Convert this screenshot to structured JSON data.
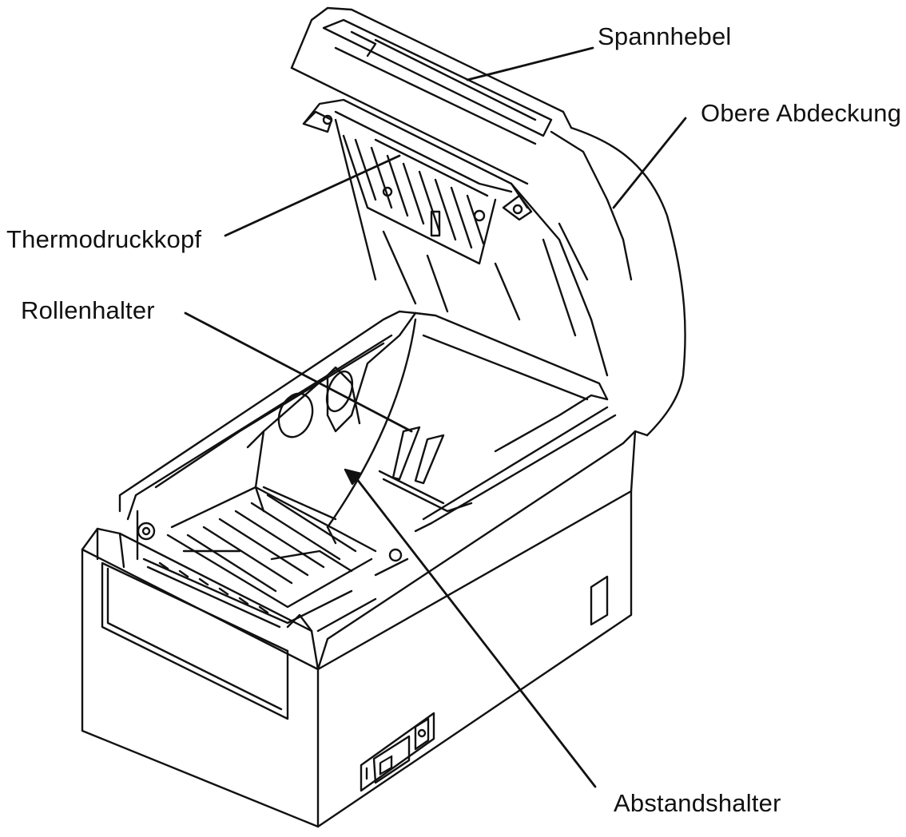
{
  "labels": {
    "spannhebel": "Spannhebel",
    "obere_abdeckung": "Obere Abdeckung",
    "thermodruckkopf": "Thermodruckkopf",
    "rollenhalter": "Rollenhalter",
    "abstandshalter": "Abstandshalter"
  },
  "colors": {
    "line": "#111111",
    "background": "#ffffff"
  }
}
